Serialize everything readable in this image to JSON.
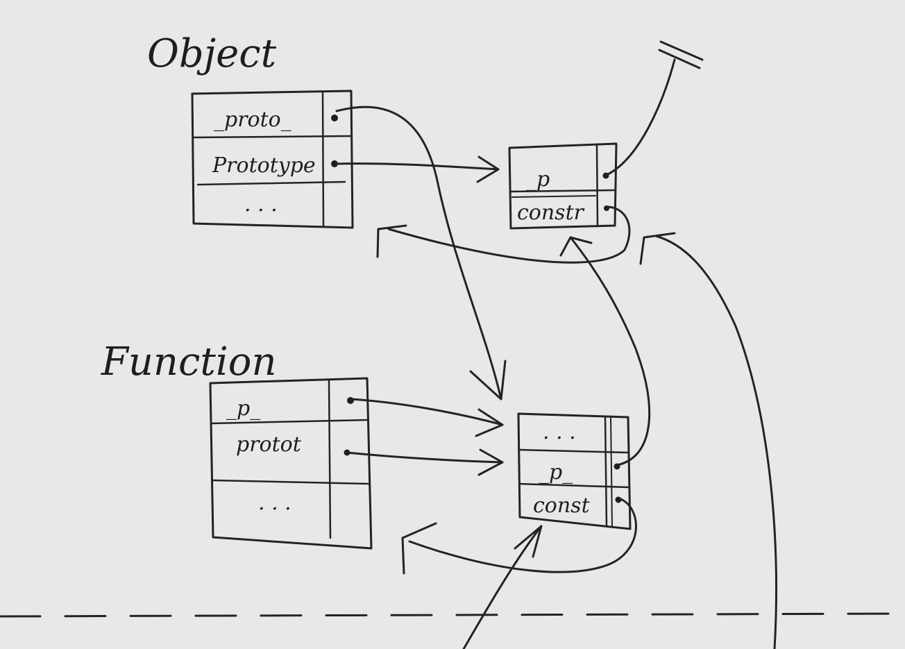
{
  "object": {
    "title": "Object",
    "rows": [
      "_proto_",
      "Prototype",
      ". . ."
    ]
  },
  "object_prototype": {
    "rows": [
      "_p_",
      "constr"
    ]
  },
  "function": {
    "title": "Function",
    "rows": [
      "_p_",
      "protot",
      ". . ."
    ]
  },
  "function_prototype": {
    "rows": [
      ". . .",
      "_p_",
      "const"
    ]
  },
  "null_symbol": "="
}
